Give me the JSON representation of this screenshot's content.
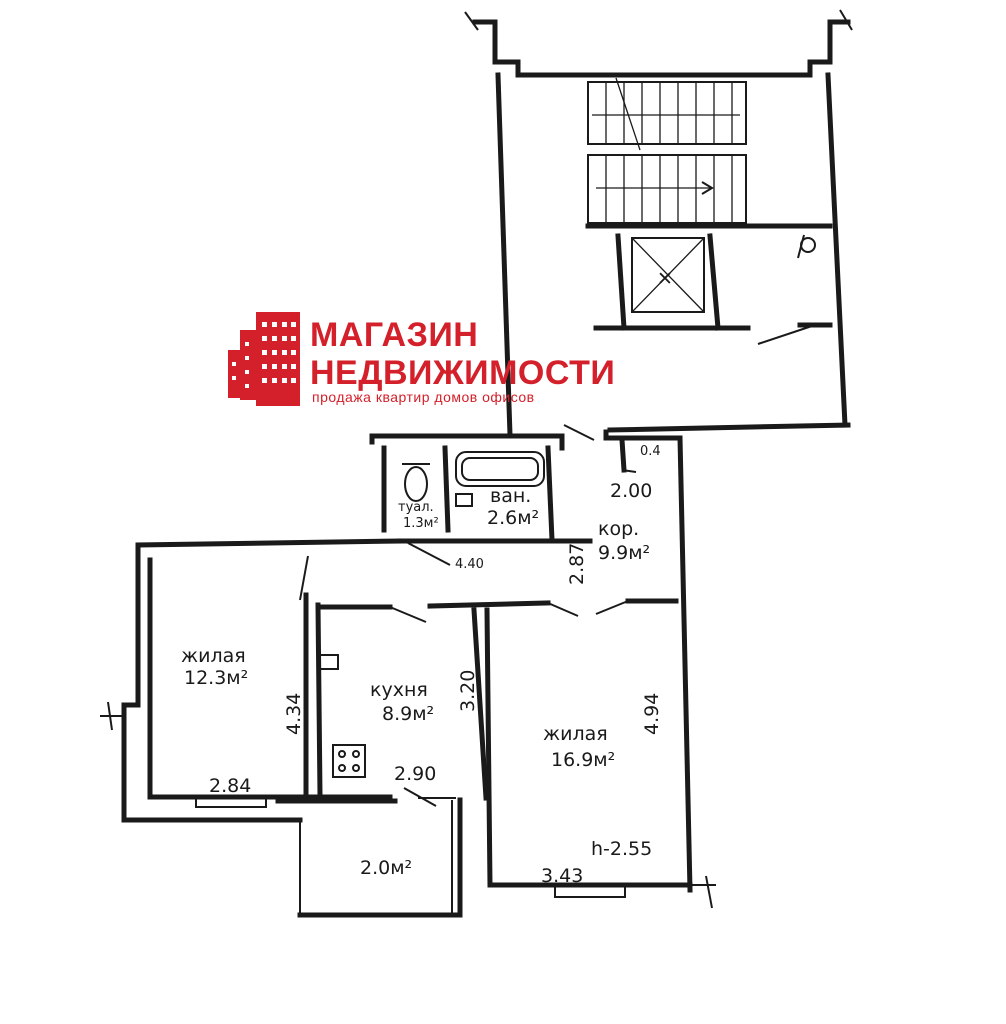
{
  "logo": {
    "line1": "МАГАЗИН",
    "line2": "НЕДВИЖИМОСТИ",
    "tagline": "продажа квартир домов офисов",
    "color": "#d4202a"
  },
  "rooms": {
    "toilet": {
      "name": "туал.",
      "area": "1.3м²"
    },
    "bath": {
      "name": "ван.",
      "area": "2.6м²"
    },
    "corridor": {
      "name": "кор.",
      "area": "9.9м²"
    },
    "living_small": {
      "name": "жилая",
      "area": "12.3м²"
    },
    "kitchen": {
      "name": "кухня",
      "area": "8.9м²"
    },
    "living_large": {
      "name": "жилая",
      "area": "16.9м²"
    },
    "balcony": {
      "area": "2.0м²"
    },
    "closet": {
      "area": "0.4"
    }
  },
  "dimensions": {
    "corr_width": "2.00",
    "corr_len": "4.40",
    "corr_side": "2.87",
    "small_depth": "4.34",
    "small_width": "2.84",
    "kitchen_depth": "3.20",
    "kitchen_width": "2.90",
    "large_depth": "4.94",
    "large_width": "3.43",
    "ceiling": "h-2.55"
  }
}
